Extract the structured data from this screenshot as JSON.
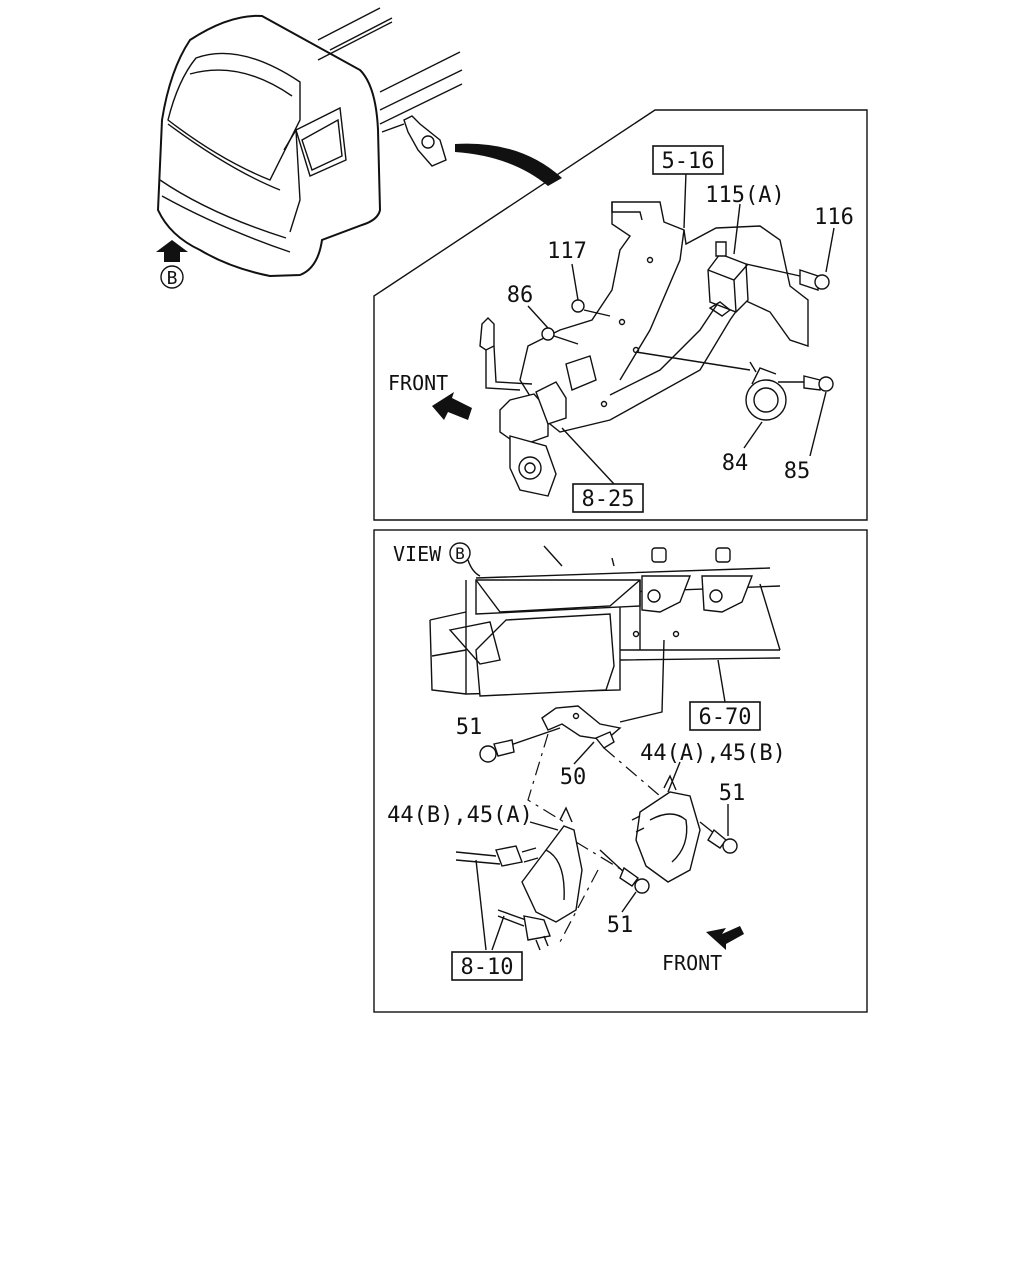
{
  "view_b_marker": "B",
  "top_panel": {
    "ref_5_16": "5-16",
    "ref_8_25": "8-25",
    "label_115a": "115(A)",
    "label_116": "116",
    "label_117": "117",
    "label_86": "86",
    "label_84": "84",
    "label_85": "85",
    "front": "FRONT"
  },
  "bottom_panel": {
    "view_prefix": "VIEW",
    "view_marker": "B",
    "ref_6_70": "6-70",
    "ref_8_10": "8-10",
    "label_51_left": "51",
    "label_50": "50",
    "label_44a_45b": "44(A),45(B)",
    "label_51_right": "51",
    "label_44b_45a": "44(B),45(A)",
    "label_51_bottom": "51",
    "front": "FRONT"
  }
}
